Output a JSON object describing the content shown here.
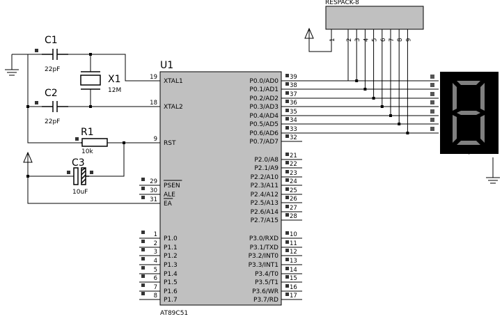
{
  "chip": {
    "ref": "U1",
    "part": "AT89C51",
    "left_pins": [
      {
        "num": "19",
        "name": "XTAL1",
        "over": false
      },
      {
        "num": "18",
        "name": "XTAL2",
        "over": false
      },
      {
        "num": "9",
        "name": "RST",
        "over": false
      },
      {
        "num": "29",
        "name": "PSEN",
        "over": true
      },
      {
        "num": "30",
        "name": "ALE",
        "over": false
      },
      {
        "num": "31",
        "name": "EA",
        "over": true
      },
      {
        "num": "1",
        "name": "P1.0",
        "over": false
      },
      {
        "num": "2",
        "name": "P1.1",
        "over": false
      },
      {
        "num": "3",
        "name": "P1.2",
        "over": false
      },
      {
        "num": "4",
        "name": "P1.3",
        "over": false
      },
      {
        "num": "5",
        "name": "P1.4",
        "over": false
      },
      {
        "num": "6",
        "name": "P1.5",
        "over": false
      },
      {
        "num": "7",
        "name": "P1.6",
        "over": false
      },
      {
        "num": "8",
        "name": "P1.7",
        "over": false
      }
    ],
    "right_pins": [
      {
        "num": "39",
        "name": "P0.0/AD0"
      },
      {
        "num": "38",
        "name": "P0.1/AD1"
      },
      {
        "num": "37",
        "name": "P0.2/AD2"
      },
      {
        "num": "36",
        "name": "P0.3/AD3"
      },
      {
        "num": "35",
        "name": "P0.4/AD4"
      },
      {
        "num": "34",
        "name": "P0.5/AD5"
      },
      {
        "num": "33",
        "name": "P0.6/AD6"
      },
      {
        "num": "32",
        "name": "P0.7/AD7"
      },
      {
        "num": "21",
        "name": "P2.0/A8"
      },
      {
        "num": "22",
        "name": "P2.1/A9"
      },
      {
        "num": "23",
        "name": "P2.2/A10"
      },
      {
        "num": "24",
        "name": "P2.3/A11"
      },
      {
        "num": "25",
        "name": "P2.4/A12"
      },
      {
        "num": "26",
        "name": "P2.5/A13"
      },
      {
        "num": "27",
        "name": "P2.6/A14"
      },
      {
        "num": "28",
        "name": "P2.7/A15"
      },
      {
        "num": "10",
        "name": "P3.0/RXD"
      },
      {
        "num": "11",
        "name": "P3.1/TXD"
      },
      {
        "num": "12",
        "name": "P3.2/INT0"
      },
      {
        "num": "13",
        "name": "P3.3/INT1"
      },
      {
        "num": "14",
        "name": "P3.4/T0"
      },
      {
        "num": "15",
        "name": "P3.5/T1"
      },
      {
        "num": "16",
        "name": "P3.6/WR"
      },
      {
        "num": "17",
        "name": "P3.7/RD"
      }
    ]
  },
  "components": {
    "c1": {
      "ref": "C1",
      "value": "22pF"
    },
    "c2": {
      "ref": "C2",
      "value": "22pF"
    },
    "x1": {
      "ref": "X1",
      "value": "12M"
    },
    "r1": {
      "ref": "R1",
      "value": "10k"
    },
    "c3": {
      "ref": "C3",
      "value": "10uF"
    }
  },
  "respack": {
    "name": "RESPACK-8",
    "pins": [
      "1",
      "2",
      "3",
      "4",
      "5",
      "6",
      "7",
      "8",
      "9"
    ]
  },
  "display": {
    "digit": "8"
  },
  "colors": {
    "chip_fill": "#c0c0c0",
    "display_bg": "#000000",
    "segment": "#808080",
    "wire": "#000000"
  }
}
